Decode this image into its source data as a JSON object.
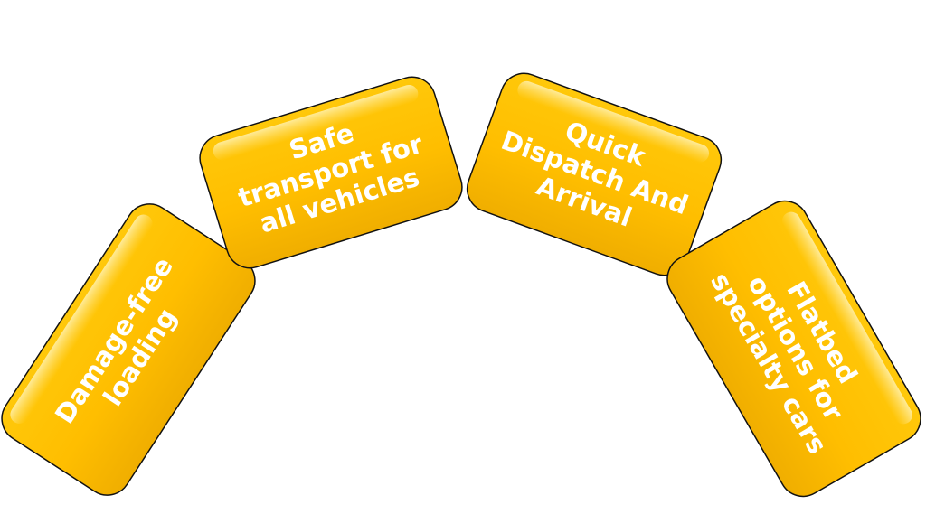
{
  "diagram": {
    "colors": {
      "box_fill": "#FFC000",
      "box_highlight": "#FFE27A",
      "box_shadow": "#E6A500",
      "box_border": "#111111",
      "text": "#FFFFFF"
    },
    "boxes": [
      {
        "lines": [
          "Damage-free",
          "loading"
        ]
      },
      {
        "lines": [
          "Safe",
          "transport for",
          "all vehicles"
        ]
      },
      {
        "lines": [
          "Quick",
          "Dispatch And",
          "Arrival"
        ]
      },
      {
        "lines": [
          "Flatbed",
          "options for",
          "specialty cars"
        ]
      }
    ]
  }
}
